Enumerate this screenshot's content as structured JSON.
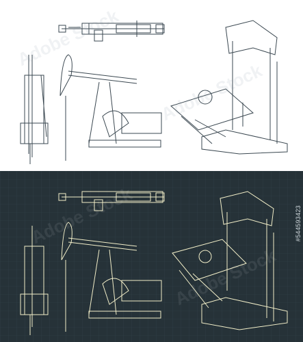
{
  "image": {
    "subject": "oil pumpjack blueprint drawings",
    "panels": [
      {
        "theme": "light",
        "background": "#ffffff",
        "line_color": "#3a4750"
      },
      {
        "theme": "dark",
        "background": "#263238",
        "line_color": "#f3efc9"
      }
    ]
  },
  "watermark": {
    "text": "Adobe Stock"
  },
  "stock_id": "#544593423"
}
